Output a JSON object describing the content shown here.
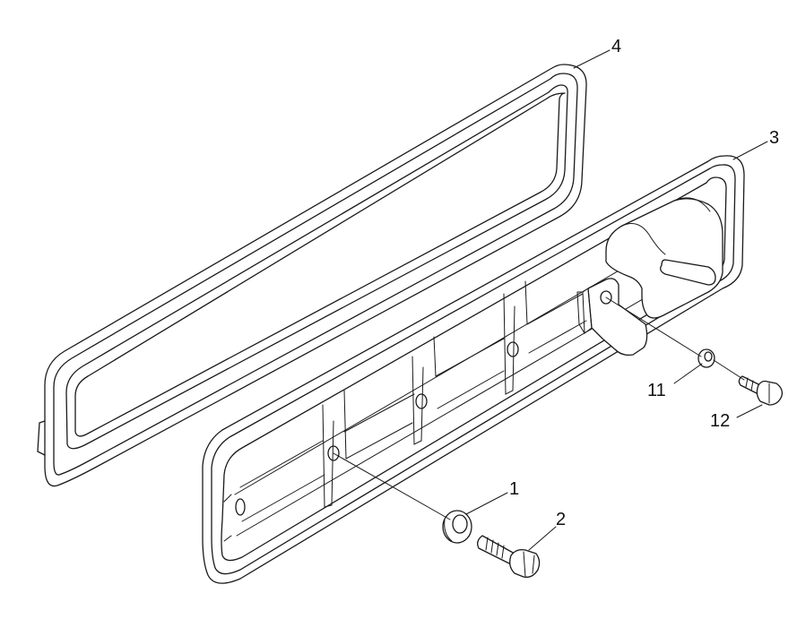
{
  "callouts": {
    "part_1": "1",
    "part_2": "2",
    "part_3": "3",
    "part_4": "4",
    "part_11": "11",
    "part_12": "12"
  }
}
